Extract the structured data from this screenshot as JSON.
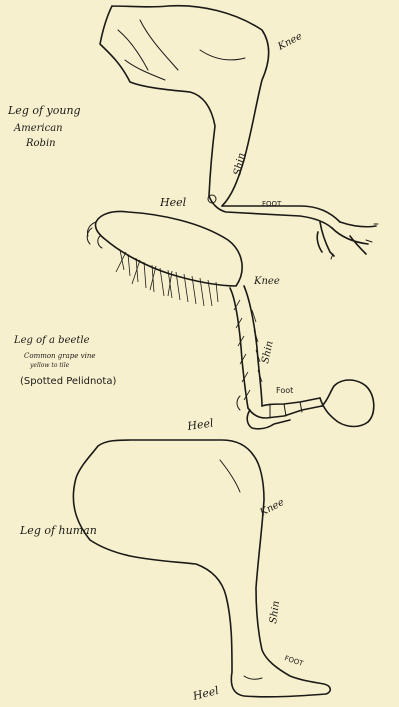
{
  "figure": {
    "robin": {
      "caption_lines": [
        "Leg of young",
        "American",
        "Robin"
      ],
      "labels": {
        "knee": "Knee",
        "shin": "Shin",
        "heel": "Heel",
        "foot": "FOOT"
      }
    },
    "beetle": {
      "caption_lines": [
        "Leg of a beetle",
        "Common grape vine",
        "yellow to tile"
      ],
      "species": "(Spotted Pelidnota)",
      "labels": {
        "knee": "Knee",
        "shin": "Shin",
        "heel": "Heel",
        "foot": "Foot"
      }
    },
    "human": {
      "caption": "Leg of human",
      "labels": {
        "knee": "Knee",
        "shin": "Shin",
        "heel": "Heel",
        "foot": "FOOT"
      }
    }
  }
}
